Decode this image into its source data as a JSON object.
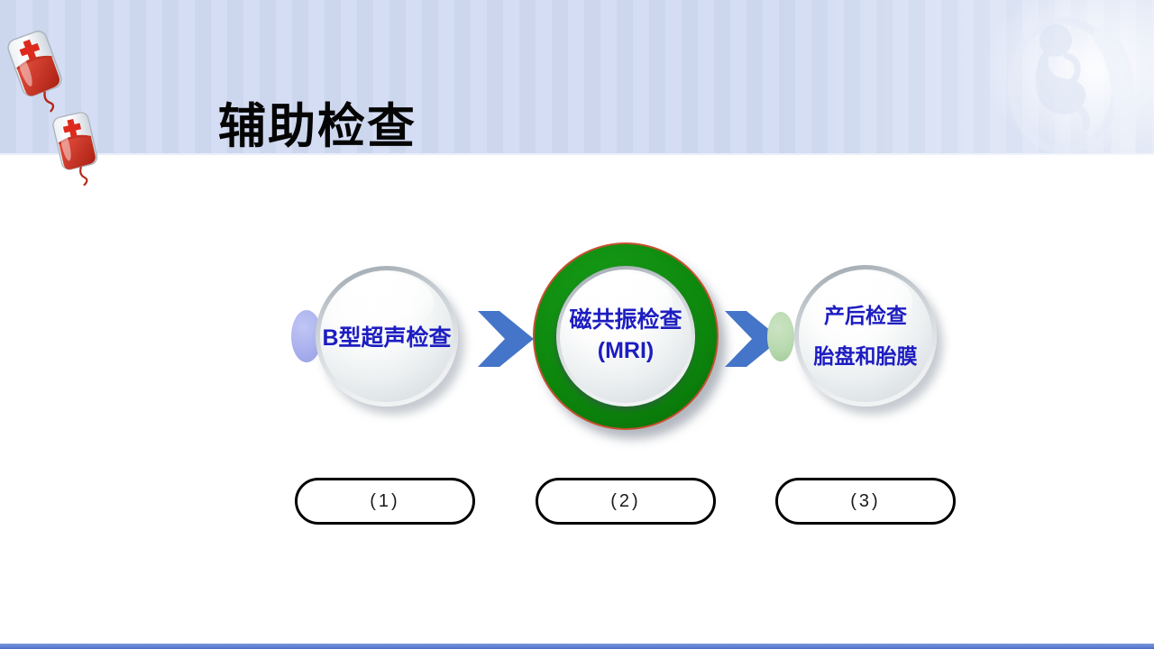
{
  "title": "辅助检查",
  "process": {
    "nodes": [
      {
        "line1": "B型超声检查",
        "line2": "",
        "badge": "(1)",
        "highlighted": false
      },
      {
        "line1": "磁共振检查",
        "line2": "(MRI)",
        "badge": "(2)",
        "highlighted": true
      },
      {
        "line1": "产后检查",
        "line2": "胎盘和胎膜",
        "badge": "(3)",
        "highlighted": false
      }
    ],
    "connector_icons": [
      "chevron-right-icon",
      "chevron-right-icon"
    ],
    "marker_icons": [
      "lavender-ellipse",
      "green-ellipse"
    ]
  },
  "decorations": {
    "top_left_icons": [
      "blood-bag-icon",
      "blood-bag-icon"
    ],
    "top_right_watermark": "fetus-watermark"
  },
  "colors": {
    "banner": "#ccd7ee",
    "banner_stripe": "#d4ddf3",
    "arrow_blue": "#4575c8",
    "node_text_blue": "#1d1dc1",
    "highlight_ring_green": "#0d870d",
    "ring_outline_red": "#c5502f",
    "ellipse_lavender": "#a9b0ed",
    "ellipse_green": "#b7d9ae",
    "bottom_bar_blue": "#5b7fd1",
    "pill_border": "#000000",
    "title_color": "#050505"
  }
}
